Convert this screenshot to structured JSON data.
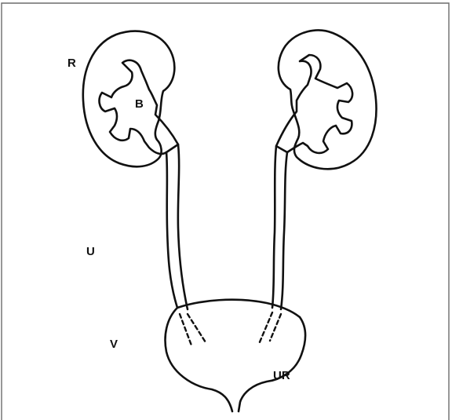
{
  "labels": {
    "renal": "R",
    "pelvis": "B",
    "ureter": "U",
    "bladder": "V",
    "urethra": "UR"
  },
  "colors": {
    "stroke": "#111111",
    "background": "#ffffff",
    "frame": "#6b6b6b"
  }
}
